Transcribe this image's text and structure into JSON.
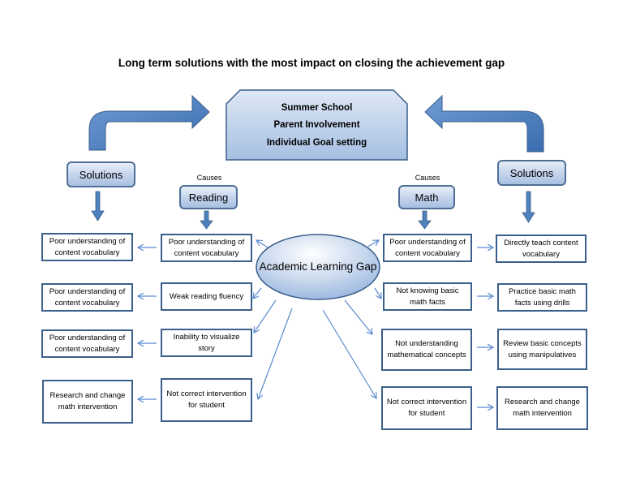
{
  "title": "Long term solutions with the most impact on closing the achievement gap",
  "top_box": {
    "lines": [
      "Summer School",
      "Parent Involvement",
      "Individual Goal setting"
    ]
  },
  "left": {
    "solutions_label": "Solutions",
    "causes_caption": "Causes",
    "category": "Reading",
    "causes": [
      "Poor understanding of content vocabulary",
      "Weak reading fluency",
      "Inability to visualize story",
      "Not correct intervention for student"
    ],
    "solutions": [
      "Poor understanding of content vocabulary",
      "Poor understanding of content vocabulary",
      "Poor understanding of content vocabulary",
      "Research and change math intervention"
    ]
  },
  "center": {
    "label": "Academic Learning Gap"
  },
  "right": {
    "solutions_label": "Solutions",
    "causes_caption": "Causes",
    "category": "Math",
    "causes": [
      "Poor understanding of content vocabulary",
      "Not knowing basic math facts",
      "Not understanding mathematical concepts",
      "Not correct intervention for student"
    ],
    "solutions": [
      "Directly teach content vocabulary",
      "Practice basic math facts using drills",
      "Review basic concepts using manipulatives",
      "Research and change math intervention"
    ]
  },
  "colors": {
    "arrow_fill": "#4f81bd",
    "box_border": "#3a5f8a",
    "thin_arrow": "#5b8bd0"
  }
}
